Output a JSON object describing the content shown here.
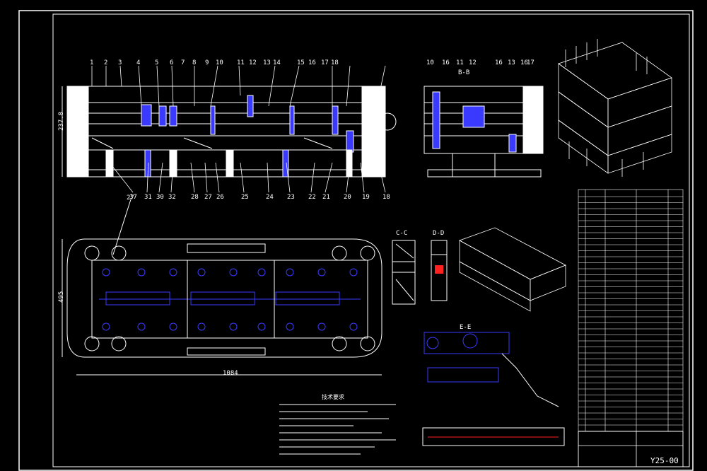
{
  "drawing": {
    "title_note": "技术要求",
    "drawing_code": "Y25-00",
    "dims": {
      "overall_length": "1084",
      "height": "237.8",
      "width": "495"
    },
    "section_labels": [
      "B-B",
      "C-C",
      "D-D",
      "E-E"
    ],
    "top_callouts": [
      "1",
      "2",
      "3",
      "4",
      "5",
      "6",
      "7",
      "8",
      "9",
      "10",
      "11",
      "12",
      "13",
      "14",
      "15",
      "16",
      "17",
      "18"
    ],
    "bottom_callouts": [
      "37",
      "31",
      "30",
      "32",
      "28",
      "27",
      "26",
      "25",
      "24",
      "23",
      "22",
      "21",
      "20",
      "19",
      "18"
    ],
    "right_callouts": [
      "10",
      "16",
      "11",
      "12",
      "16",
      "13",
      "16",
      "17"
    ],
    "plan_callout": "27"
  }
}
